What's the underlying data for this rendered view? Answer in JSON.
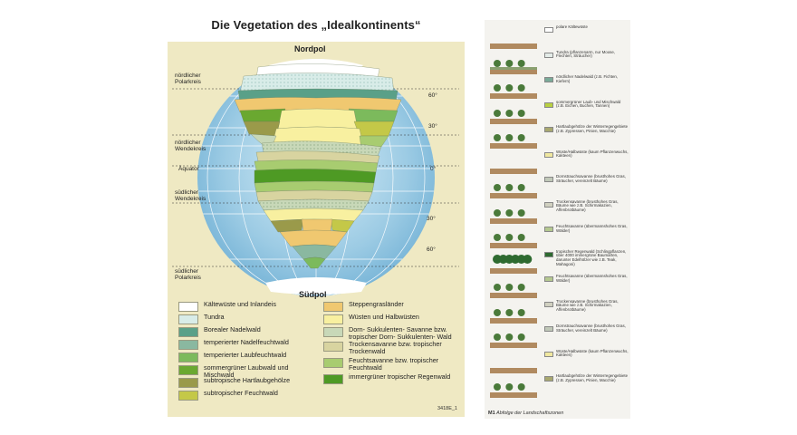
{
  "title": "Die Vegetation des „Idealkontinents“",
  "map": {
    "north_pole": "Nordpol",
    "south_pole": "Südpol",
    "latitudes": {
      "polar_north": "nördlicher Polarkreis",
      "tropic_north": "nördlicher Wendekreis",
      "equator": "Äquator",
      "tropic_south": "südlicher Wendekreis",
      "polar_south": "südlicher Polarkreis"
    },
    "degrees": [
      "60°",
      "30°",
      "0°",
      "30°",
      "60°"
    ],
    "code": "3418E_1"
  },
  "legend": [
    {
      "label": "Kältewüste und Inlandeis",
      "color": "#ffffff"
    },
    {
      "label": "Tundra",
      "color": "#d8ece8"
    },
    {
      "label": "Borealer Nadelwald",
      "color": "#5aa088"
    },
    {
      "label": "temperierter Nadelfeuchtwald",
      "color": "#8ab8a0"
    },
    {
      "label": "temperierter Laubfeuchtwald",
      "color": "#7cba5c"
    },
    {
      "label": "sommergrüner Laubwald und Mischwald",
      "color": "#6aa830"
    },
    {
      "label": "subtropische Hartlaubgehölze",
      "color": "#9a9a4a"
    },
    {
      "label": "subtropischer Feuchtwald",
      "color": "#c4c848"
    },
    {
      "label": "Steppengrasländer",
      "color": "#f0c870"
    },
    {
      "label": "Wüsten und Halbwüsten",
      "color": "#f8f0a0"
    },
    {
      "label": "Dorn- Sukkulenten- Savanne bzw. tropischer Dorn- Sukkulenten- Wald",
      "color": "#c8d8b8"
    },
    {
      "label": "Trockensavanne bzw. tropischer Trockenwald",
      "color": "#d8d4a0"
    },
    {
      "label": "Feuchtsavanne bzw. tropischer Feuchtwald",
      "color": "#a8cc70"
    },
    {
      "label": "immergrüner tropischer Regenwald",
      "color": "#4e9a24"
    }
  ],
  "profile": {
    "rows": [
      {
        "label": "polare Kältewüste",
        "color": "#ffffff"
      },
      {
        "label": "Tundra (pflanzenarm, nur Moose, Flechten, Sträucher)",
        "color": "#e4ece8"
      },
      {
        "label": "nördlicher Nadelwald (z.B. Fichten, Kiefern)",
        "color": "#7aaa98"
      },
      {
        "label": "sommergrüner Laub- und Mischwald (z.B. Eichen, Buchen, Tannen)",
        "color": "#b8d040"
      },
      {
        "label": "Hartlaubgehölze der Winterregengebiete (z.B. Zypressen, Pinien, Macchie)",
        "color": "#a8a870"
      },
      {
        "label": "Wüste/Halbwüste (kaum Pflanzenwuchs, Kakteen)",
        "color": "#f0e8a0"
      },
      {
        "label": "Dornstrauchsavanne (brusthohes Gras, Sträucher, vereinzelt Bäume)",
        "color": "#c0c8b8"
      },
      {
        "label": "Trockensavanne (brusthohes Gras, Bäume wie z.B. Schirmakazien, Affenbrotbäume)",
        "color": "#d0d0c0"
      },
      {
        "label": "Feuchtsavanne (übermannshohes Gras, Wälder)",
        "color": "#b4c890"
      },
      {
        "label": "tropischer Regenwald (Schlingpflanzen, über 4000 immergrüne Baumarten, darunter Edelhölzer wie z.B. Teak, Mahagoni)",
        "color": "#2e6a30"
      },
      {
        "label": "Feuchtsavanne (übermannshohes Gras, Wälder)",
        "color": "#b4c890"
      },
      {
        "label": "Trockensavanne (brusthohes Gras, Bäume wie z.B. Schirmakazien, Affenbrotbäume)",
        "color": "#d0d0c0"
      },
      {
        "label": "Dornstrauchsavanne (brusthohes Gras, Sträucher, vereinzelt Bäume)",
        "color": "#c0c8b8"
      },
      {
        "label": "Wüste/Halbwüste (kaum Pflanzenwuchs, Kakteen)",
        "color": "#f0e8a0"
      },
      {
        "label": "Hartlaubgehölze der Winterregengebiete (z.B. Zypressen, Pinien, Macchie)",
        "color": "#a8a870"
      }
    ],
    "footer_num": "M1",
    "footer_text": "Abfolge der Landschaftszonen"
  }
}
